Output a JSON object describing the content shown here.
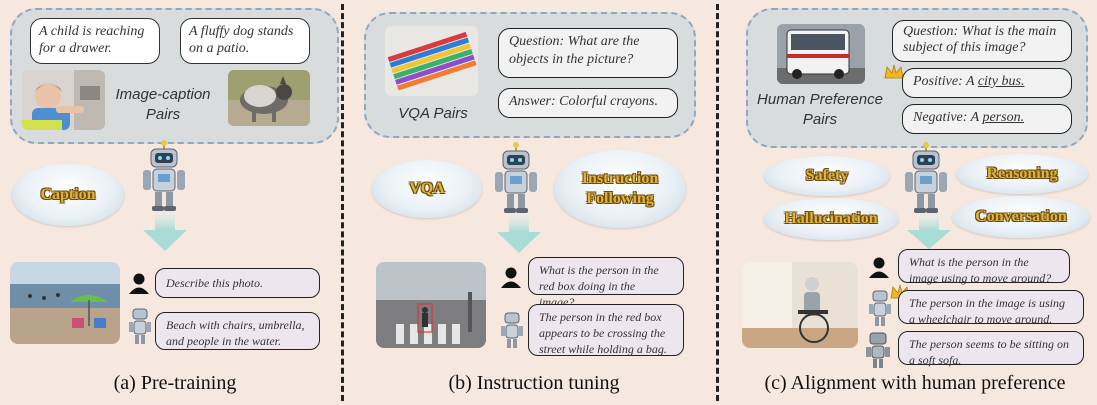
{
  "pretraining": {
    "bubble1": "A child is reaching for a drawer.",
    "bubble2": "A fluffy dog stands on a patio.",
    "pair_label": "Image-caption Pairs",
    "task": "Caption",
    "user_msg": "Describe this photo.",
    "bot_msg": "Beach with chairs, umbrella, and people in the water.",
    "caption": "(a) Pre-training"
  },
  "instruction": {
    "question": "Question: What are the objects in the picture?",
    "answer": "Answer: Colorful crayons.",
    "pair_label": "VQA Pairs",
    "task1": "VQA",
    "task2": "Instruction Following",
    "user_msg": "What is the person in the red box doing in the image?",
    "bot_msg": "The person in the red box appears to be crossing the street while holding a bag.",
    "caption": "(b) Instruction tuning"
  },
  "alignment": {
    "question": "Question: What is the main subject of this image?",
    "positive_prefix": "Positive: A ",
    "positive_answer": "city bus.",
    "negative_prefix": "Negative: A ",
    "negative_answer": "person.",
    "pair_label": "Human Preference Pairs",
    "task_safety": "Safety",
    "task_reasoning": "Reasoning",
    "task_hallucination": "Hallucination",
    "task_conversation": "Conversation",
    "user_msg": "What is the person in the image using to move around?",
    "bot_msg_good": "The person in the image is using a wheelchair to move around.",
    "bot_msg_bad": "The person seems to be sitting on a soft sofa.",
    "caption": "(c) Alignment with human preference"
  },
  "colors": {
    "background": "#f7e8df",
    "cloud": "#d9dcdd",
    "message": "#ede6ee",
    "task_text": "#e0b23a",
    "crown": "#f2b71e"
  },
  "icons": [
    "person-icon",
    "robot-icon",
    "crown-icon",
    "arrow-down-icon"
  ]
}
